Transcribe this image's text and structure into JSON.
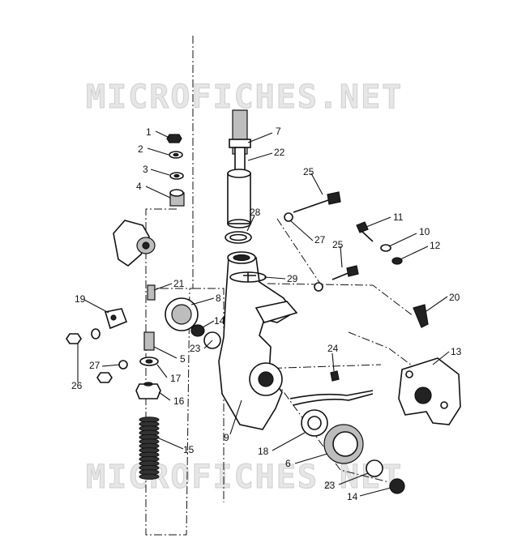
{
  "watermarks": [
    "MICROFICHES.NET",
    "MICROFICHES.NET"
  ],
  "callouts": [
    "1",
    "2",
    "3",
    "4",
    "7",
    "22",
    "25",
    "28",
    "27",
    "11",
    "10",
    "12",
    "25",
    "21",
    "29",
    "19",
    "8",
    "20",
    "14",
    "23",
    "24",
    "13",
    "5",
    "27",
    "17",
    "26",
    "16",
    "9",
    "18",
    "6",
    "15",
    "23",
    "14"
  ]
}
